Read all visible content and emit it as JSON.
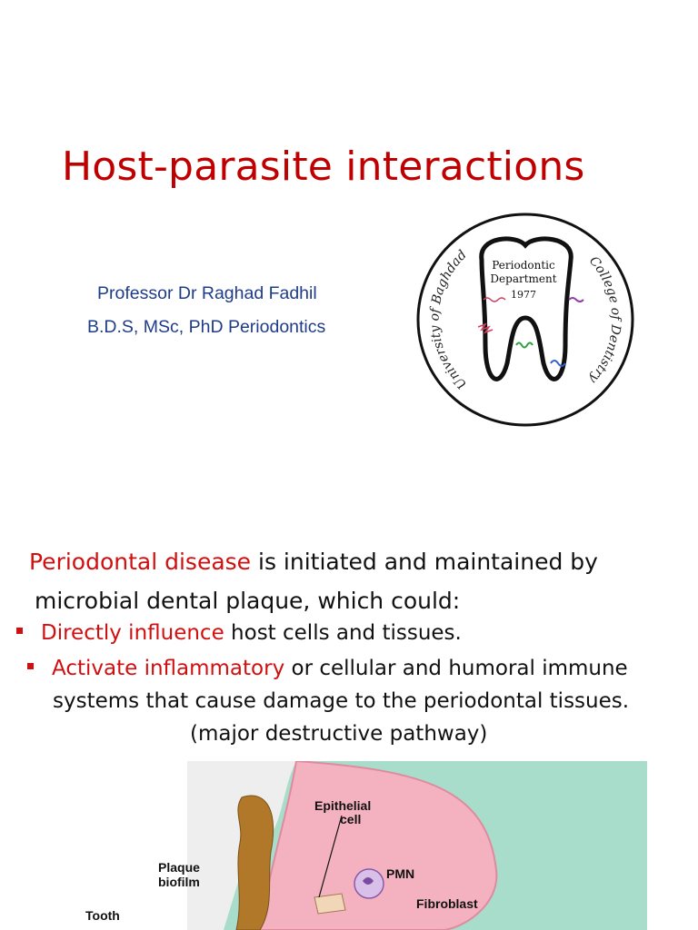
{
  "title": "Host-parasite interactions",
  "author": {
    "name": "Professor Dr Raghad Fadhil",
    "degrees": "B.D.S, MSc, PhD Periodontics"
  },
  "logo": {
    "left_arc": "University of Baghdad",
    "right_arc": "College of Dentistry",
    "line1": "Periodontic",
    "line2": "Department",
    "year": "1977"
  },
  "intro": {
    "highlight": "Periodontal disease",
    "rest_line1": " is initiated and maintained by",
    "line2": "microbial dental plaque, which could:"
  },
  "bullets": [
    {
      "highlight": "Directly influence",
      "rest": " host cells and tissues."
    },
    {
      "highlight": "Activate inflammatory",
      "rest": " or cellular and humoral immune",
      "line2": "systems that cause damage to the periodontal tissues."
    }
  ],
  "note": "(major destructive pathway)",
  "diagram": {
    "labels": {
      "epithelial": "Epithelial",
      "cell": "cell",
      "plaque": "Plaque",
      "biofilm": "biofilm",
      "pmn": "PMN",
      "fibroblast": "Fibroblast",
      "tooth": "Tooth"
    }
  },
  "colors": {
    "title": "#c00000",
    "highlight": "#d01010",
    "author": "#1f3c88",
    "gingiva": "#f4b2c0",
    "background_tissue": "#a8dccb",
    "plaque": "#b07828"
  }
}
